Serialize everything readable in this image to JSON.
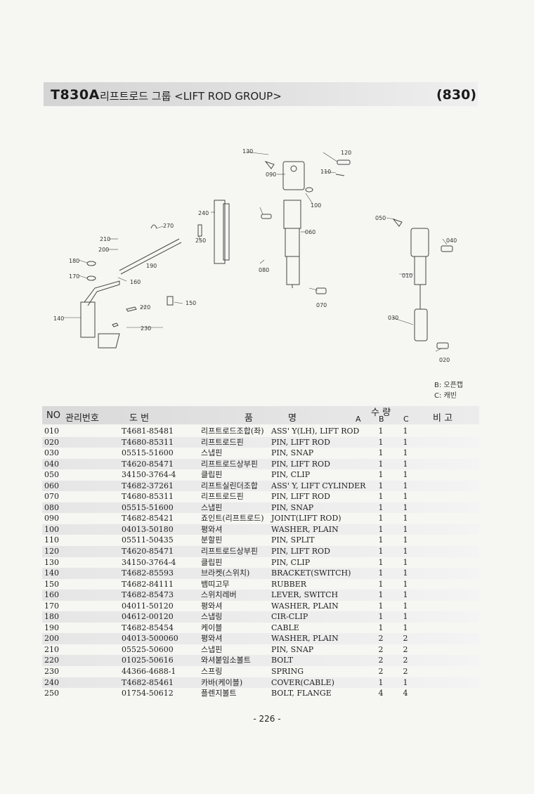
{
  "header": {
    "model_code": "T830A",
    "group_title": "리프트로드 그룹 <LIFT ROD GROUP>",
    "page_code": "(830)"
  },
  "diagram": {
    "callouts": [
      "010",
      "020",
      "030",
      "040",
      "050",
      "060",
      "070",
      "080",
      "090",
      "100",
      "110",
      "120",
      "130",
      "140",
      "150",
      "160",
      "170",
      "180",
      "190",
      "200",
      "210",
      "220",
      "230",
      "240",
      "250",
      "270"
    ]
  },
  "legend": {
    "b": "B: 오픈캡",
    "c": "C: 캐빈"
  },
  "table": {
    "headers": {
      "no": "NO",
      "mgmt": "관리번호",
      "part_no": "도  번",
      "name_a": "품",
      "name_b": "명",
      "qty": "수 량",
      "qa": "A",
      "qb": "B",
      "qc": "C",
      "remark": "비 고"
    },
    "rows": [
      {
        "no": "010",
        "part_no": "T4681-85481",
        "kr": "리프트로드조합(좌)",
        "en": "ASS' Y(LH), LIFT ROD",
        "a": "1",
        "b": "1"
      },
      {
        "no": "020",
        "part_no": "T4680-85311",
        "kr": "리프트로드핀",
        "en": "PIN, LIFT ROD",
        "a": "1",
        "b": "1"
      },
      {
        "no": "030",
        "part_no": "05515-51600",
        "kr": "스냅핀",
        "en": "PIN, SNAP",
        "a": "1",
        "b": "1"
      },
      {
        "no": "040",
        "part_no": "T4620-85471",
        "kr": "리프트로드상부핀",
        "en": "PIN, LIFT ROD",
        "a": "1",
        "b": "1"
      },
      {
        "no": "050",
        "part_no": "34150-3764-4",
        "kr": "클립핀",
        "en": "PIN, CLIP",
        "a": "1",
        "b": "1"
      },
      {
        "no": "060",
        "part_no": "T4682-37261",
        "kr": "리프트실린더조합",
        "en": "ASS' Y, LIFT CYLINDER",
        "a": "1",
        "b": "1"
      },
      {
        "no": "070",
        "part_no": "T4680-85311",
        "kr": "리프트로드핀",
        "en": "PIN, LIFT ROD",
        "a": "1",
        "b": "1"
      },
      {
        "no": "080",
        "part_no": "05515-51600",
        "kr": "스냅핀",
        "en": "PIN, SNAP",
        "a": "1",
        "b": "1"
      },
      {
        "no": "090",
        "part_no": "T4682-85421",
        "kr": "죠인트(리프트로드)",
        "en": "JOINT(LIFT ROD)",
        "a": "1",
        "b": "1"
      },
      {
        "no": "100",
        "part_no": "04013-50180",
        "kr": "평와셔",
        "en": "WASHER, PLAIN",
        "a": "1",
        "b": "1"
      },
      {
        "no": "110",
        "part_no": "05511-50435",
        "kr": "분할핀",
        "en": "PIN, SPLIT",
        "a": "1",
        "b": "1"
      },
      {
        "no": "120",
        "part_no": "T4620-85471",
        "kr": "리프트로드상부핀",
        "en": "PIN, LIFT ROD",
        "a": "1",
        "b": "1"
      },
      {
        "no": "130",
        "part_no": "34150-3764-4",
        "kr": "클립핀",
        "en": "PIN, CLIP",
        "a": "1",
        "b": "1"
      },
      {
        "no": "140",
        "part_no": "T4682-85593",
        "kr": "브라켓(스위치)",
        "en": "BRACKET(SWITCH)",
        "a": "1",
        "b": "1"
      },
      {
        "no": "150",
        "part_no": "T4682-84111",
        "kr": "뱀띠고무",
        "en": "RUBBER",
        "a": "1",
        "b": "1"
      },
      {
        "no": "160",
        "part_no": "T4682-85473",
        "kr": "스위치레버",
        "en": "LEVER, SWITCH",
        "a": "1",
        "b": "1"
      },
      {
        "no": "170",
        "part_no": "04011-50120",
        "kr": "평와셔",
        "en": "WASHER, PLAIN",
        "a": "1",
        "b": "1"
      },
      {
        "no": "180",
        "part_no": "04612-00120",
        "kr": "스냅링",
        "en": "CIR-CLIP",
        "a": "1",
        "b": "1"
      },
      {
        "no": "190",
        "part_no": "T4682-85454",
        "kr": "케이블",
        "en": "CABLE",
        "a": "1",
        "b": "1"
      },
      {
        "no": "200",
        "part_no": "04013-500060",
        "kr": "평와셔",
        "en": "WASHER, PLAIN",
        "a": "2",
        "b": "2"
      },
      {
        "no": "210",
        "part_no": "05525-50600",
        "kr": "스냅핀",
        "en": "PIN, SNAP",
        "a": "2",
        "b": "2"
      },
      {
        "no": "220",
        "part_no": "01025-50616",
        "kr": "와셔붙임소볼트",
        "en": "BOLT",
        "a": "2",
        "b": "2"
      },
      {
        "no": "230",
        "part_no": "44366-4688-1",
        "kr": "스프링",
        "en": "SPRING",
        "a": "2",
        "b": "2"
      },
      {
        "no": "240",
        "part_no": "T4682-85461",
        "kr": "카바(케이블)",
        "en": "COVER(CABLE)",
        "a": "1",
        "b": "1"
      },
      {
        "no": "250",
        "part_no": "01754-50612",
        "kr": "플렌지볼트",
        "en": "BOLT, FLANGE",
        "a": "4",
        "b": "4"
      }
    ]
  },
  "footer": {
    "page_number": "- 226 -"
  }
}
